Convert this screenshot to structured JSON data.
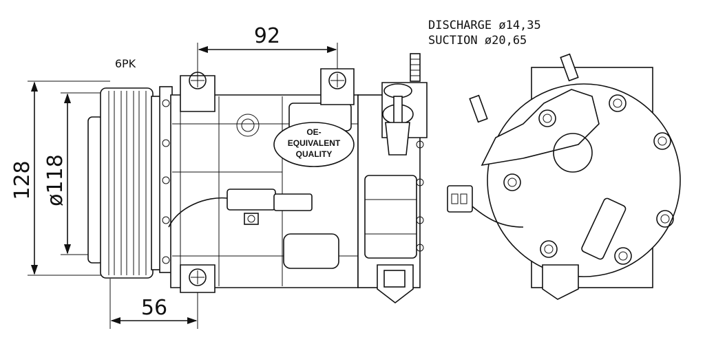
{
  "dimensions": {
    "top_width": "92",
    "bottom_width": "56",
    "height_outer": "128",
    "pulley_diameter": "ø118"
  },
  "pulley": {
    "label": "6PK"
  },
  "specs": {
    "discharge": "DISCHARGE ø14,35",
    "suction": "SUCTION  ø20,65"
  },
  "badge": {
    "line1": "OE-",
    "line2": "EQUIVALENT",
    "line3": "QUALITY"
  }
}
